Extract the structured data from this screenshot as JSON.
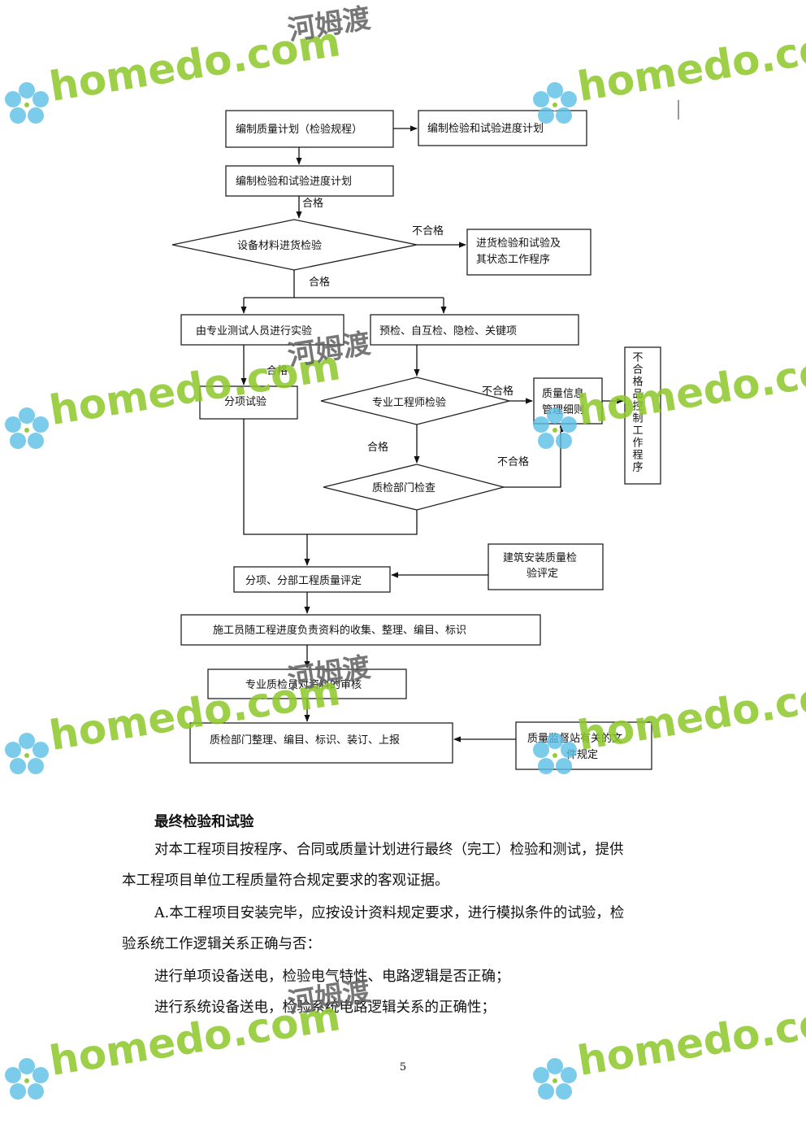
{
  "flowchart": {
    "boxes": {
      "plan": "编制质量计划（检验规程）",
      "plan_side": "编制检验和试验进度计划",
      "schedule": "编制检验和试验进度计划",
      "incoming_side": [
        "进货检验和试验及",
        "其状态工作程序"
      ],
      "test_staff": "由专业测试人员进行实验",
      "pre_checks": "预检、自互检、隐检、关键项",
      "sub_test": "分项试验",
      "quality_info": [
        "质量信息",
        "管理细则"
      ],
      "nonconforming": "不合格品控制工作程序",
      "evaluation": "分项、分部工程质量评定",
      "install_eval": [
        "建筑安装质量检",
        "验评定"
      ],
      "collection": "施工员随工程进度负责资料的收集、整理、编目、标识",
      "review": "专业质检员对资料的审核",
      "dept_file": "质检部门整理、编目、标识、装订、上报",
      "station_rules": [
        "质量监督站有关的文",
        "件规定"
      ]
    },
    "decisions": {
      "material": "设备材料进货检验",
      "engineer": "专业工程师检验",
      "qc_dept": "质检部门检查"
    },
    "labels": {
      "pass": "合格",
      "fail": "不合格"
    }
  },
  "document": {
    "heading": "最终检验和试验",
    "paragraphs": [
      "对本工程项目按程序、合同或质量计划进行最终（完工）检验和测试，提供",
      "本工程项目单位工程质量符合规定要求的客观证据。",
      "A.本工程项目安装完毕，应按设计资料规定要求，进行模拟条件的试验，检",
      "验系统工作逻辑关系正确与否：",
      "进行单项设备送电，检验电气特性、电路逻辑是否正确；",
      "进行系统设备送电，检验系统电路逻辑关系的正确性；"
    ],
    "page_number": "5"
  },
  "watermark": {
    "brand": "homedo.com",
    "cn": "河姆渡",
    "color": "#8cc828"
  }
}
